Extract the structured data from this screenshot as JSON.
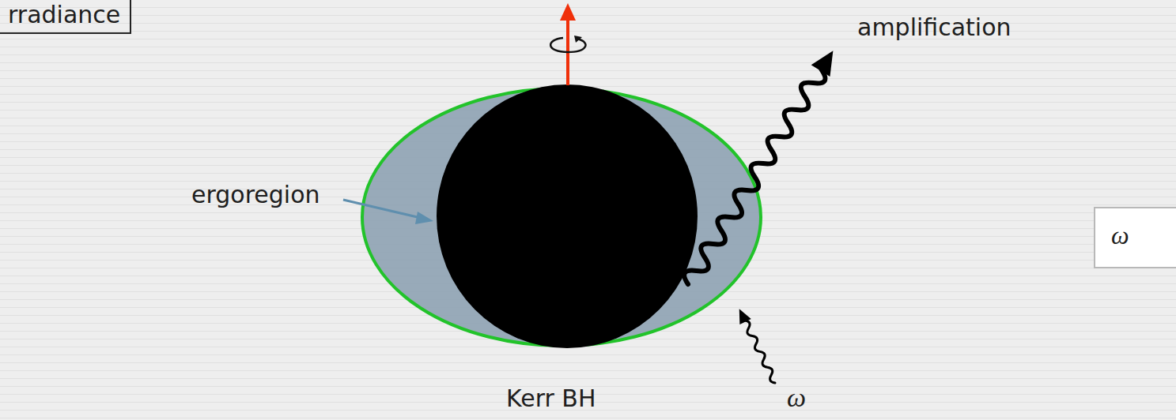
{
  "diagram": {
    "nodes": [
      {
        "text": [
          "rradiance"
        ]
      },
      {
        "text": [
          "ω"
        ]
      }
    ],
    "labels": [
      "amplification",
      "ergoregion",
      "ω",
      "Kerr BH"
    ]
  }
}
